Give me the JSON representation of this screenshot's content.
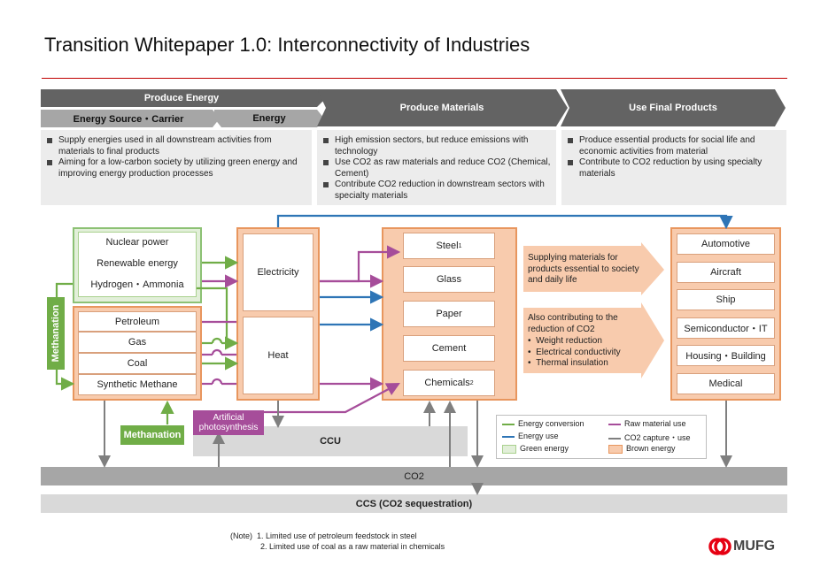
{
  "title": "Transition Whitepaper 1.0: Interconnectivity of Industries",
  "header": {
    "produce_energy": "Produce Energy",
    "energy_source_carrier": "Energy Source・Carrier",
    "energy": "Energy",
    "produce_materials": "Produce Materials",
    "use_final_products": "Use Final Products"
  },
  "descriptions": {
    "energy": [
      "Supply energies used in all downstream activities from materials to final products",
      "Aiming for a low-carbon society by utilizing green energy and improving energy production processes"
    ],
    "materials": [
      "High emission sectors, but reduce emissions with technology",
      "Use CO2 as raw materials and reduce CO2 (Chemical, Cement)",
      "Contribute CO2 reduction in downstream sectors with specialty materials"
    ],
    "products": [
      "Produce essential products for social life and economic activities from material",
      "Contribute to CO2 reduction by using specialty materials"
    ]
  },
  "green_sources": [
    "Nuclear power",
    "Renewable energy",
    "Hydrogen・Ammonia"
  ],
  "brown_sources": [
    "Petroleum",
    "Gas",
    "Coal",
    "Synthetic Methane"
  ],
  "energy_outputs": [
    "Electricity",
    "Heat"
  ],
  "materials": {
    "steel": "Steel",
    "steel_note": "1",
    "glass": "Glass",
    "paper": "Paper",
    "cement": "Cement",
    "chemicals": "Chemicals",
    "chemicals_note": "2"
  },
  "products": [
    "Automotive",
    "Aircraft",
    "Ship",
    "Semiconductor・IT",
    "Housing・Building",
    "Medical"
  ],
  "methanation_vertical": "Methanation",
  "methanation_box": "Methanation",
  "artificial_photosynthesis": "Artificial photosynthesis",
  "ccu": "CCU",
  "co2_bar": "CO2",
  "ccs_bar": "CCS (CO2 sequestration)",
  "arrow_supply": "Supplying materials for products essential to society and daily life",
  "arrow_contrib_title": "Also contributing to the reduction of CO2",
  "arrow_contrib_items": [
    "Weight reduction",
    "Electrical conductivity",
    "Thermal insulation"
  ],
  "legend": {
    "energy_conversion": "Energy conversion",
    "raw_material_use": "Raw material use",
    "energy_use": "Energy use",
    "co2_capture_use": "CO2 capture・use",
    "green_energy": "Green energy",
    "brown_energy": "Brown energy"
  },
  "note": {
    "label": "(Note)",
    "line1": "1. Limited use of petroleum feedstock in steel",
    "line2": "2. Limited use of coal as a raw material in chemicals"
  },
  "logo_text": "MUFG",
  "colors": {
    "header_dark": "#636363",
    "header_light": "#a6a6a6",
    "green": "#70ad47",
    "green_light": "#e2efd9",
    "orange_fill": "#f8cbad",
    "orange_border": "#e8965e",
    "blue": "#2e75b6",
    "purple": "#a64d9a",
    "gray_arrow": "#7f7f7f",
    "title_rule": "#c00000",
    "logo_red": "#e60012"
  }
}
